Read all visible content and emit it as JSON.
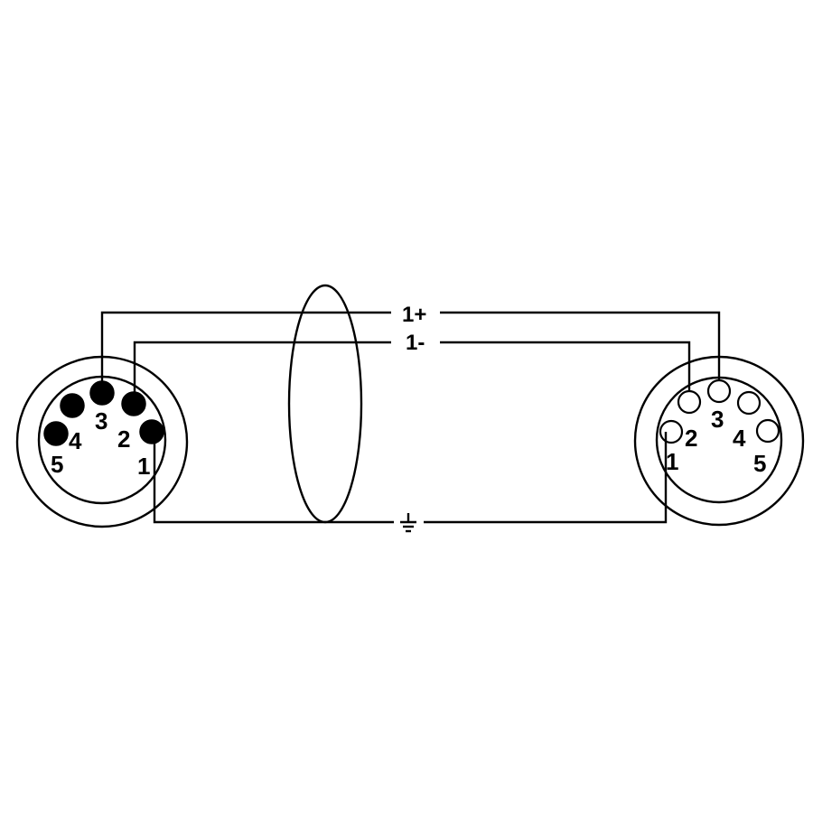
{
  "diagram": {
    "type": "wiring-diagram",
    "description": "5-pin DIN male to female cable wiring",
    "colors": {
      "line": "#000000",
      "background": "#ffffff"
    },
    "wires": [
      {
        "id": "wire-1-plus",
        "label": "1+",
        "from_pin": "3",
        "to_pin": "3"
      },
      {
        "id": "wire-1-minus",
        "label": "1-",
        "from_pin": "2",
        "to_pin": "2"
      },
      {
        "id": "wire-ground",
        "label": "",
        "symbol": "ground-icon",
        "from_pin": "1",
        "to_pin": "1"
      }
    ],
    "left_connector": {
      "style": "filled-pins",
      "pins": [
        {
          "number": "1",
          "label": "1"
        },
        {
          "number": "2",
          "label": "2"
        },
        {
          "number": "3",
          "label": "3"
        },
        {
          "number": "4",
          "label": "4"
        },
        {
          "number": "5",
          "label": "5"
        }
      ]
    },
    "right_connector": {
      "style": "hollow-pins",
      "pins": [
        {
          "number": "1",
          "label": "1"
        },
        {
          "number": "2",
          "label": "2"
        },
        {
          "number": "3",
          "label": "3"
        },
        {
          "number": "4",
          "label": "4"
        },
        {
          "number": "5",
          "label": "5"
        }
      ]
    },
    "shield": {
      "symbol": "shield-ellipse"
    }
  }
}
